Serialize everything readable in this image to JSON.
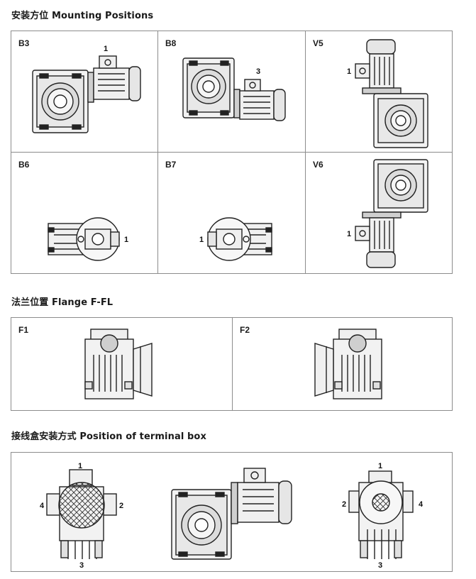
{
  "sections": {
    "mounting": {
      "title": "安装方位 Mounting Positions",
      "cells": [
        {
          "label": "B3",
          "callout": "1"
        },
        {
          "label": "B8",
          "callout": "3"
        },
        {
          "label": "V5",
          "callout": "1"
        },
        {
          "label": "B6",
          "callout": "1"
        },
        {
          "label": "B7",
          "callout": "1"
        },
        {
          "label": "V6",
          "callout": "1"
        }
      ]
    },
    "flange": {
      "title": "法兰位置 Flange F-FL",
      "cells": [
        {
          "label": "F1"
        },
        {
          "label": "F2"
        }
      ]
    },
    "terminal": {
      "title": "接线盒安装方式 Position of terminal box",
      "left_positions": [
        "1",
        "2",
        "3",
        "4"
      ],
      "right_positions": [
        "1",
        "2",
        "3",
        "4"
      ]
    }
  }
}
